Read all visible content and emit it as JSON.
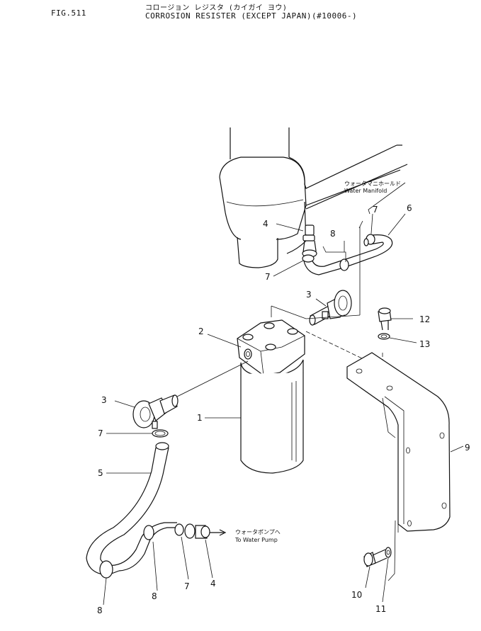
{
  "header": {
    "figure_number": "FIG.511",
    "subtitle_katakana": "コロージョン レジスタ (カイガイ ヨウ)",
    "title": "CORROSION RESISTER (EXCEPT JAPAN)(#10006-)"
  },
  "labels": {
    "water_manifold_jp": "ウォータマニホールド",
    "water_manifold_en": "Water Manifold",
    "to_water_pump_jp": "ウォータポンプへ",
    "to_water_pump_en": "To Water Pump"
  },
  "callouts": {
    "c1": "1",
    "c2": "2",
    "c3a": "3",
    "c3b": "3",
    "c4a": "4",
    "c4b": "4",
    "c5": "5",
    "c6": "6",
    "c7a": "7",
    "c7b": "7",
    "c7c": "7",
    "c7d": "7",
    "c8a": "8",
    "c8b": "8",
    "c8c": "8",
    "c9": "9",
    "c10": "10",
    "c11": "11",
    "c12": "12",
    "c13": "13"
  }
}
